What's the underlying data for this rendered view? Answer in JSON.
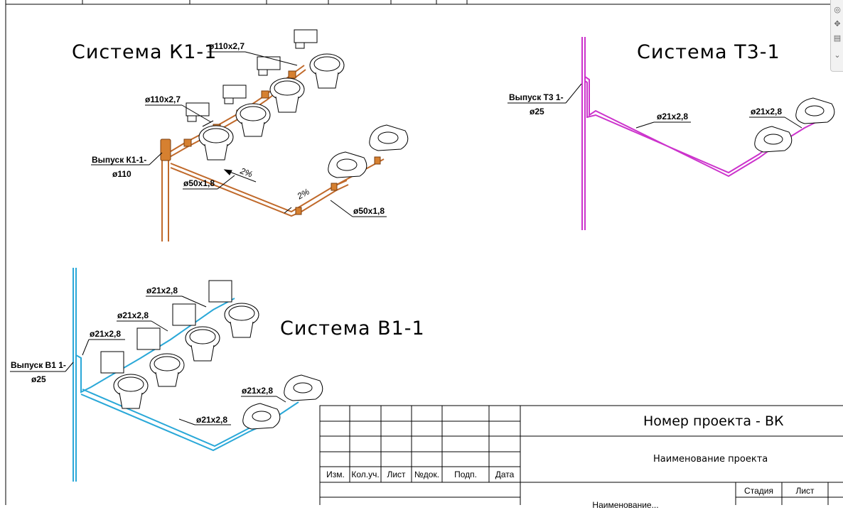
{
  "systems": {
    "k1": {
      "title": "Система К1-1",
      "labels": {
        "pipe_top": "ø110x2,7",
        "pipe_mid": "ø110x2,7",
        "outlet_1": "Выпуск К1-1-",
        "outlet_2": "ø110",
        "branch_left": "ø50x1,8",
        "branch_right": "ø50x1,8",
        "slope_1": "2%",
        "slope_2": "2%"
      },
      "color": "#c0692a"
    },
    "t3": {
      "title": "Система Т3-1",
      "labels": {
        "outlet_1": "Выпуск Т3 1-",
        "outlet_2": "ø25",
        "pipe_main": "ø21x2,8",
        "pipe_sink": "ø21x2,8"
      },
      "color": "#cc33cc"
    },
    "b1": {
      "title": "Система В1-1",
      "labels": {
        "outlet_1": "Выпуск В1 1-",
        "outlet_2": "ø25",
        "pipe_1": "ø21x2,8",
        "pipe_2": "ø21x2,8",
        "pipe_3": "ø21x2,8",
        "pipe_4": "ø21x2,8",
        "pipe_5": "ø21x2,8"
      },
      "color": "#2aa8d8"
    }
  },
  "title_block": {
    "project_number": "Номер проекта - ВК",
    "project_name": "Наименование проекта",
    "headers": [
      "Изм.",
      "Кол.уч.",
      "Лист",
      "№док.",
      "Подп.",
      "Дата"
    ],
    "stage_label": "Стадия",
    "sheet_label": "Лист",
    "partial_text": "Наименование..."
  },
  "toolbar": {
    "icons": [
      "zoom-icon",
      "pan-icon",
      "menu-icon"
    ]
  }
}
